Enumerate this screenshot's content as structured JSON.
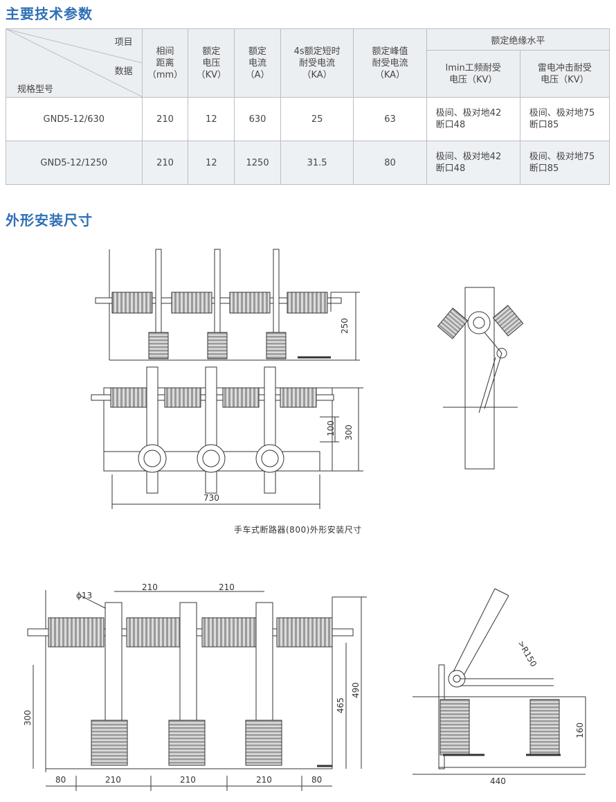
{
  "headings": {
    "specs": "主要技术参数",
    "dimensions": "外形安装尺寸"
  },
  "table": {
    "corner": {
      "item": "项目",
      "data": "数据",
      "model": "规格型号"
    },
    "columns": {
      "pitch": "相间\n距离\n（mm）",
      "voltage": "额定\n电压\n（KV）",
      "current": "额定\n电流\n（A）",
      "short_time": "4s额定短时\n耐受电流\n（KA）",
      "peak": "额定峰值\n耐受电流\n（KA）",
      "insulation": "额定绝缘水平",
      "power_freq": "lmin工频耐受\n电压（KV）",
      "lightning": "雷电冲击耐受\n电压（KV）"
    },
    "rows": [
      {
        "model": "GND5-12/630",
        "pitch": "210",
        "voltage": "12",
        "current": "630",
        "short_time": "25",
        "peak": "63",
        "power_freq": "极间、极对地42\n断口48",
        "lightning": "极间、极对地75\n断口85"
      },
      {
        "model": "GND5-12/1250",
        "pitch": "210",
        "voltage": "12",
        "current": "1250",
        "short_time": "31.5",
        "peak": "80",
        "power_freq": "极间、极对地42\n断口48",
        "lightning": "极间、极对地75\n断口85"
      }
    ]
  },
  "drawing1": {
    "caption": "手车式断路器(800)外形安装尺寸",
    "dims": {
      "height_side": "250",
      "height_total": "300",
      "height_inner": "100",
      "width": "730"
    }
  },
  "drawing2": {
    "dims": {
      "hole": "ϕ13",
      "pitch_a": "210",
      "pitch_b": "210",
      "h_total": "490",
      "h_mid": "465",
      "h_low": "300",
      "b_80_l": "80",
      "b_210_1": "210",
      "b_210_2": "210",
      "b_210_3": "210",
      "b_80_r": "80",
      "radius": ">R150",
      "side_h": "160",
      "side_w": "440"
    }
  },
  "colors": {
    "heading": "#2f6fb6",
    "table_header_bg": "#eceff2",
    "table_alt_bg": "#eef1f4",
    "line": "#333333",
    "insulator": "#888888"
  }
}
